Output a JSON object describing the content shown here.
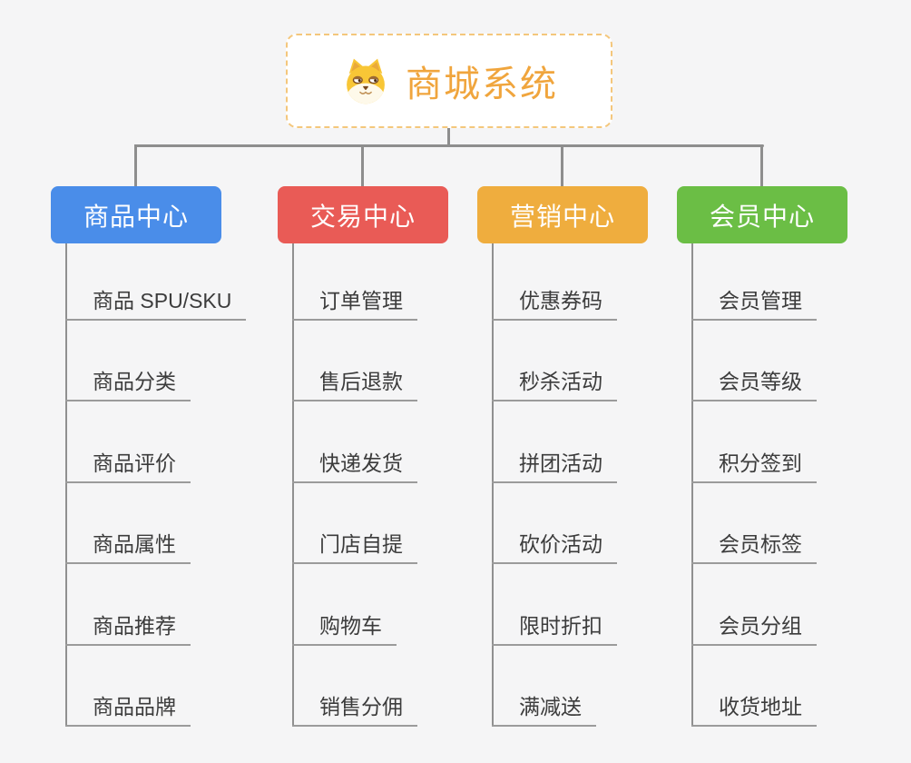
{
  "root": {
    "title": "商城系统",
    "icon": "shiba-dog-icon"
  },
  "branches": [
    {
      "label": "商品中心",
      "color": "#4A8DE9",
      "items": [
        "商品 SPU/SKU",
        "商品分类",
        "商品评价",
        "商品属性",
        "商品推荐",
        "商品品牌"
      ]
    },
    {
      "label": "交易中心",
      "color": "#E95B56",
      "items": [
        "订单管理",
        "售后退款",
        "快递发货",
        "门店自提",
        "购物车",
        "销售分佣"
      ]
    },
    {
      "label": "营销中心",
      "color": "#EFAD3E",
      "items": [
        "优惠券码",
        "秒杀活动",
        "拼团活动",
        "砍价活动",
        "限时折扣",
        "满减送"
      ]
    },
    {
      "label": "会员中心",
      "color": "#6BBE45",
      "items": [
        "会员管理",
        "会员等级",
        "积分签到",
        "会员标签",
        "会员分组",
        "收货地址"
      ]
    }
  ],
  "palette": {
    "background": "#F5F5F6",
    "connector": "#8E8E8E",
    "underline": "#9B9B9B",
    "item_text": "#3C3C3C",
    "root_text": "#F0A53D",
    "root_border": "#F4C77C",
    "root_bg": "#FFFFFF"
  }
}
